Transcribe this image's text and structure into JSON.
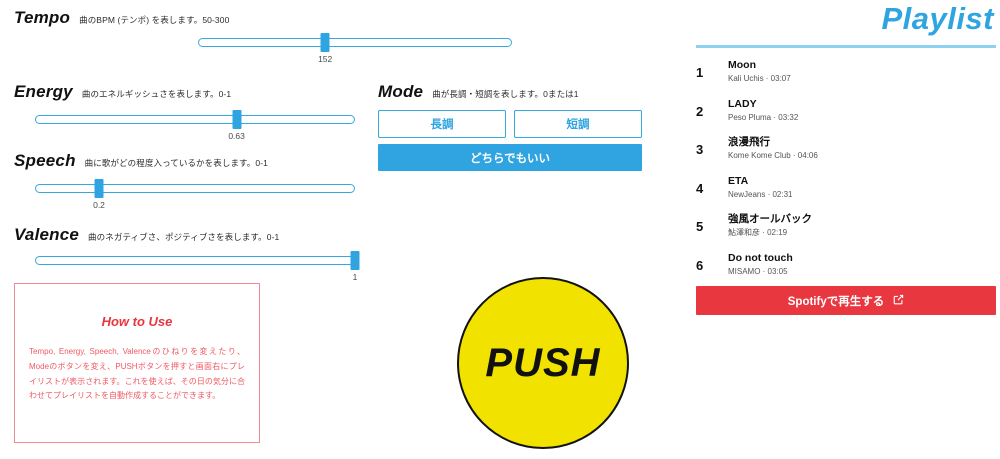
{
  "controls": {
    "tempo": {
      "title": "Tempo",
      "desc": "曲のBPM (テンポ) を表します。50-300",
      "value": "152",
      "percent": 40.5
    },
    "energy": {
      "title": "Energy",
      "desc": "曲のエネルギッシュさを表します。0-1",
      "value": "0.63",
      "percent": 63
    },
    "speech": {
      "title": "Speech",
      "desc": "曲に歌がどの程度入っているかを表します。0-1",
      "value": "0.2",
      "percent": 20
    },
    "valence": {
      "title": "Valence",
      "desc": "曲のネガティブさ、ポジティブさを表します。0-1",
      "value": "1",
      "percent": 100
    },
    "mode": {
      "title": "Mode",
      "desc": "曲が長調・短調を表します。0または1",
      "major_label": "長調",
      "minor_label": "短調",
      "any_label": "どちらでもいい"
    },
    "push_label": "PUSH"
  },
  "howto": {
    "title": "How to Use",
    "body": "Tempo, Energy, Speech, Valenceのひねりを変えたり、Modeのボタンを変え、PUSHボタンを押すと画面右にプレイリストが表示されます。これを使えば、その日の気分に合わせてプレイリストを自動作成することができます。"
  },
  "playlist": {
    "title": "Playlist",
    "tracks": [
      {
        "index": "1",
        "name": "Moon",
        "meta": "Kali Uchis · 03:07"
      },
      {
        "index": "2",
        "name": "LADY",
        "meta": "Peso Pluma · 03:32"
      },
      {
        "index": "3",
        "name": "浪漫飛行",
        "meta": "Kome Kome Club · 04:06"
      },
      {
        "index": "4",
        "name": "ETA",
        "meta": "NewJeans · 02:31"
      },
      {
        "index": "5",
        "name": "強風オールバック",
        "meta": "鮎澤和彦 · 02:19"
      },
      {
        "index": "6",
        "name": "Do not touch",
        "meta": "MISAMO · 03:05"
      }
    ],
    "spotify_label": "Spotifyで再生する"
  },
  "colors": {
    "accent_blue": "#2fa4e0",
    "spotify_red": "#e8373f",
    "push_yellow": "#f2e200",
    "howto_red": "#ef5a63"
  }
}
